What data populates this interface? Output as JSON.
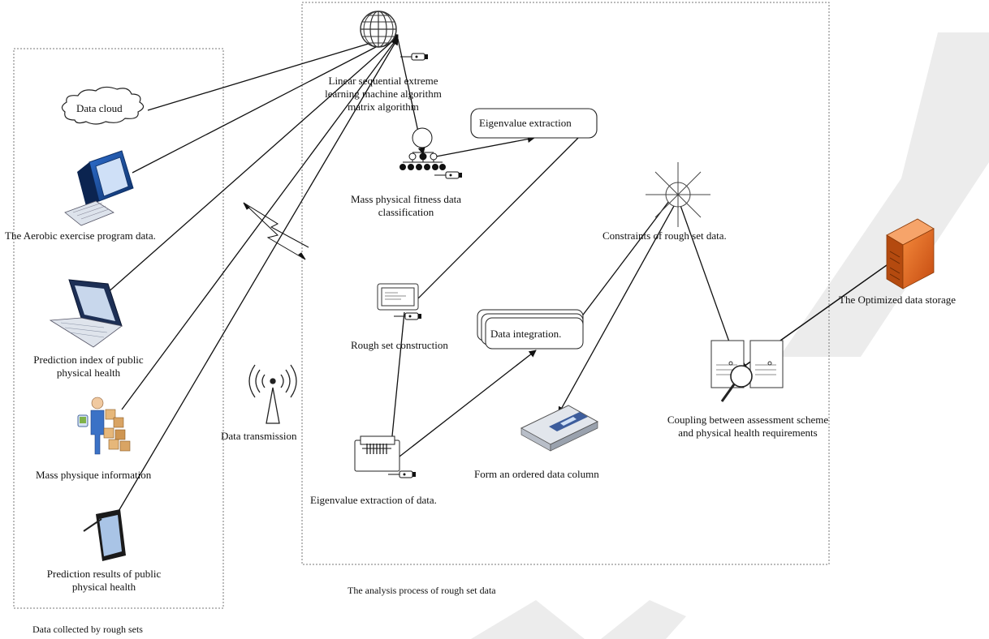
{
  "panels": {
    "left_caption": "Data collected by rough sets",
    "middle_caption": "The analysis process of rough set data"
  },
  "nodes": {
    "data_cloud": "Data cloud",
    "aerobic": "The Aerobic exercise program data.",
    "prediction_index": "Prediction index of public physical health",
    "mass_physique": "Mass physique information",
    "prediction_results": "Prediction results of public physical health",
    "data_transmission": "Data transmission",
    "linear_sequential": "Linear sequential extreme learning machine algorithm matrix algorithm",
    "eigenvalue_extraction_box": "Eigenvalue extraction",
    "mass_fitness": "Mass physical fitness data classification",
    "rough_set_construction": "Rough set construction",
    "data_integration": "Data integration.",
    "eigenvalue_extraction_data": "Eigenvalue extraction of data.",
    "ordered_column": "Form an ordered data column",
    "constraints": "Constraints of rough set data.",
    "coupling": "Coupling between assessment scheme and physical health requirements",
    "optimized_storage": "The Optimized data storage"
  },
  "colors": {
    "line": "#111111",
    "dashed_border": "#777777",
    "watermark": "#ececec",
    "server_orange": "#e8641e",
    "monitor_blue": "#1d4f9c"
  },
  "icons": [
    "globe-icon",
    "cloud-icon",
    "desktop-computer-icon",
    "laptop-icon",
    "person-with-boxes-icon",
    "tablet-icon",
    "antenna-icon",
    "lightning-icon",
    "hierarchy-icon",
    "cable-icon",
    "document-icon",
    "folder-icon",
    "tape-drive-icon",
    "star-node-icon",
    "magnifier-servers-icon",
    "server-icon"
  ]
}
